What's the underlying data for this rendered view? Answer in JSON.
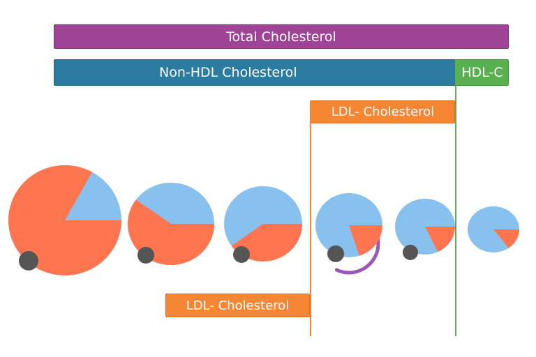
{
  "labels": {
    "total_cholesterol": "Total Cholesterol",
    "non_hdl_cholesterol": "Non-HDL Cholesterol",
    "hdl_c": "HDL-C",
    "ldl_cholesterol_top": "LDL- Cholesterol",
    "ldl_cholesterol_bottom": "LDL- Cholesterol"
  },
  "colors": {
    "total": "#9e4395",
    "non_hdl": "#2b7ca0",
    "hdl": "#58b04e",
    "ldl": "#f58634",
    "core_fill": "#ff7550",
    "shell_fill": "#88c1ed",
    "apob": "#555555",
    "apoa": "#9b59b6"
  },
  "particles": [
    {
      "id": "particle-1",
      "core_fraction": 0.83,
      "apob": true,
      "apoa": false
    },
    {
      "id": "particle-2",
      "core_fraction": 0.6,
      "apob": true,
      "apoa": false
    },
    {
      "id": "particle-3",
      "core_fraction": 0.4,
      "apob": true,
      "apoa": false
    },
    {
      "id": "particle-4",
      "core_fraction": 0.2,
      "apob": true,
      "apoa": true
    },
    {
      "id": "particle-5",
      "core_fraction": 0.18,
      "apob": true,
      "apoa": false
    },
    {
      "id": "particle-6",
      "core_fraction": 0.15,
      "apob": false,
      "apoa": false
    }
  ]
}
